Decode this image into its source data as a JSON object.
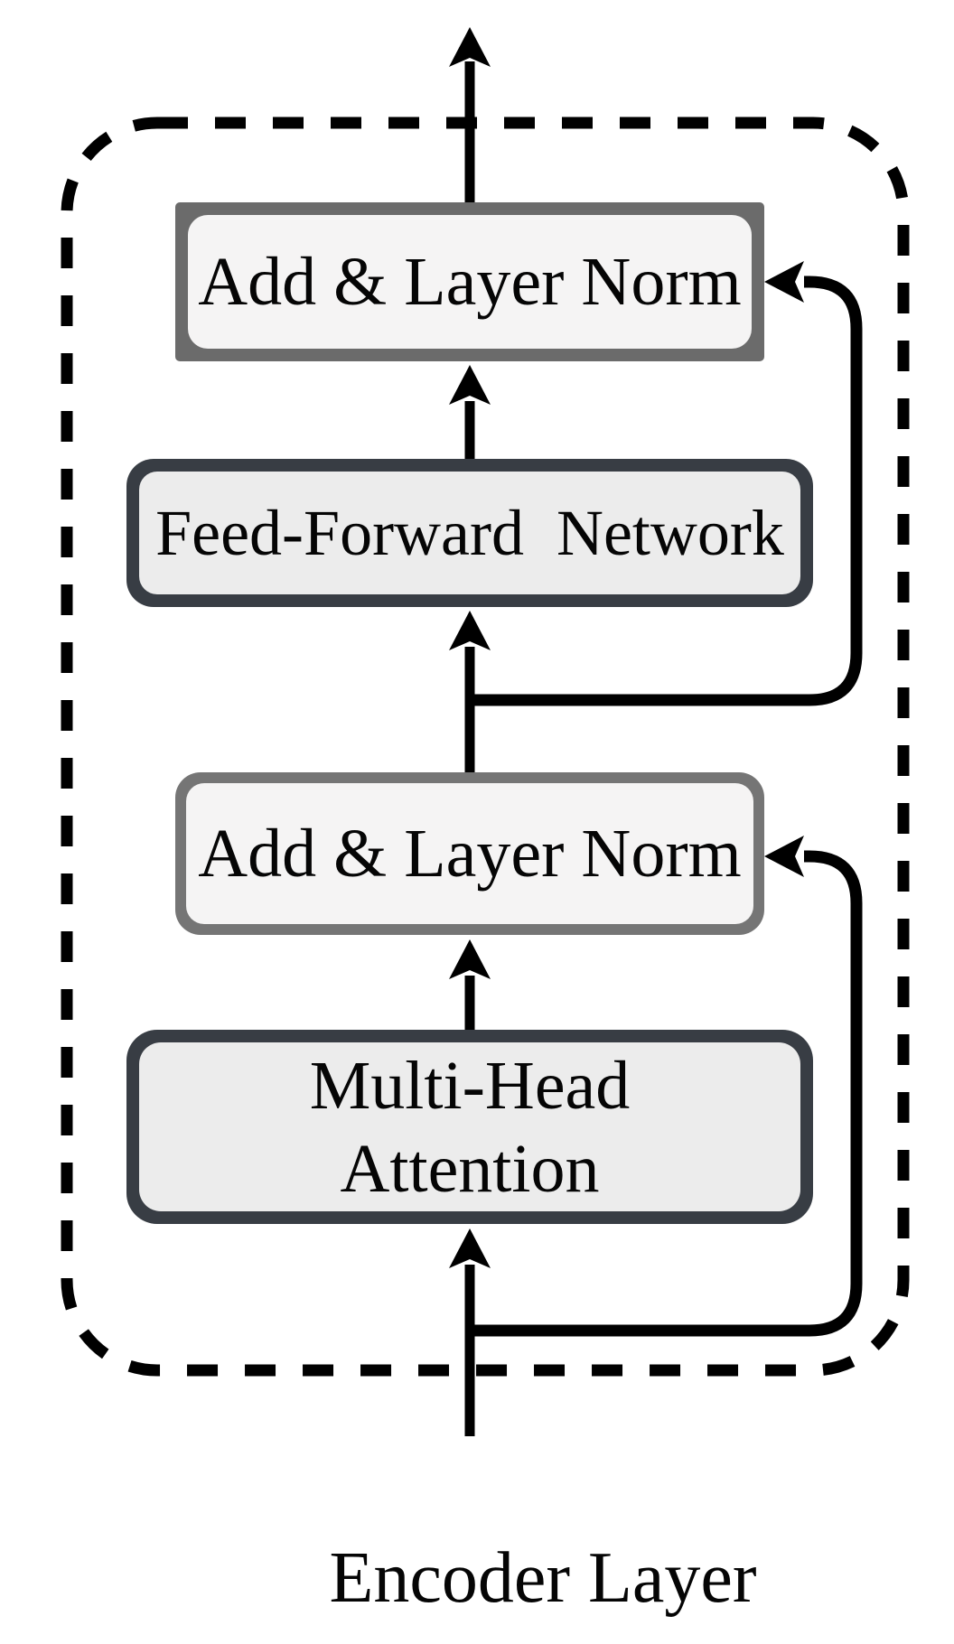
{
  "figure": {
    "caption": "Encoder Layer",
    "boxes": {
      "addnorm_top": {
        "label": "Add & Layer Norm"
      },
      "ffn": {
        "label": "Feed-Forward  Network"
      },
      "addnorm_bottom": {
        "label": "Add & Layer Norm"
      },
      "mha": {
        "line1": "Multi-Head",
        "line2": "Attention"
      }
    },
    "colors": {
      "line": "#000000",
      "dashed_boundary": "#000000",
      "dark_box_border": "#383d44",
      "gray_box_border_top": "#6b6b6b",
      "gray_box_border_bottom": "#757575",
      "light_fill_gray_boxes": "#f5f4f4",
      "light_fill_dark_boxes": "#ececec",
      "text": "#050505",
      "background": "#ffffff"
    }
  }
}
